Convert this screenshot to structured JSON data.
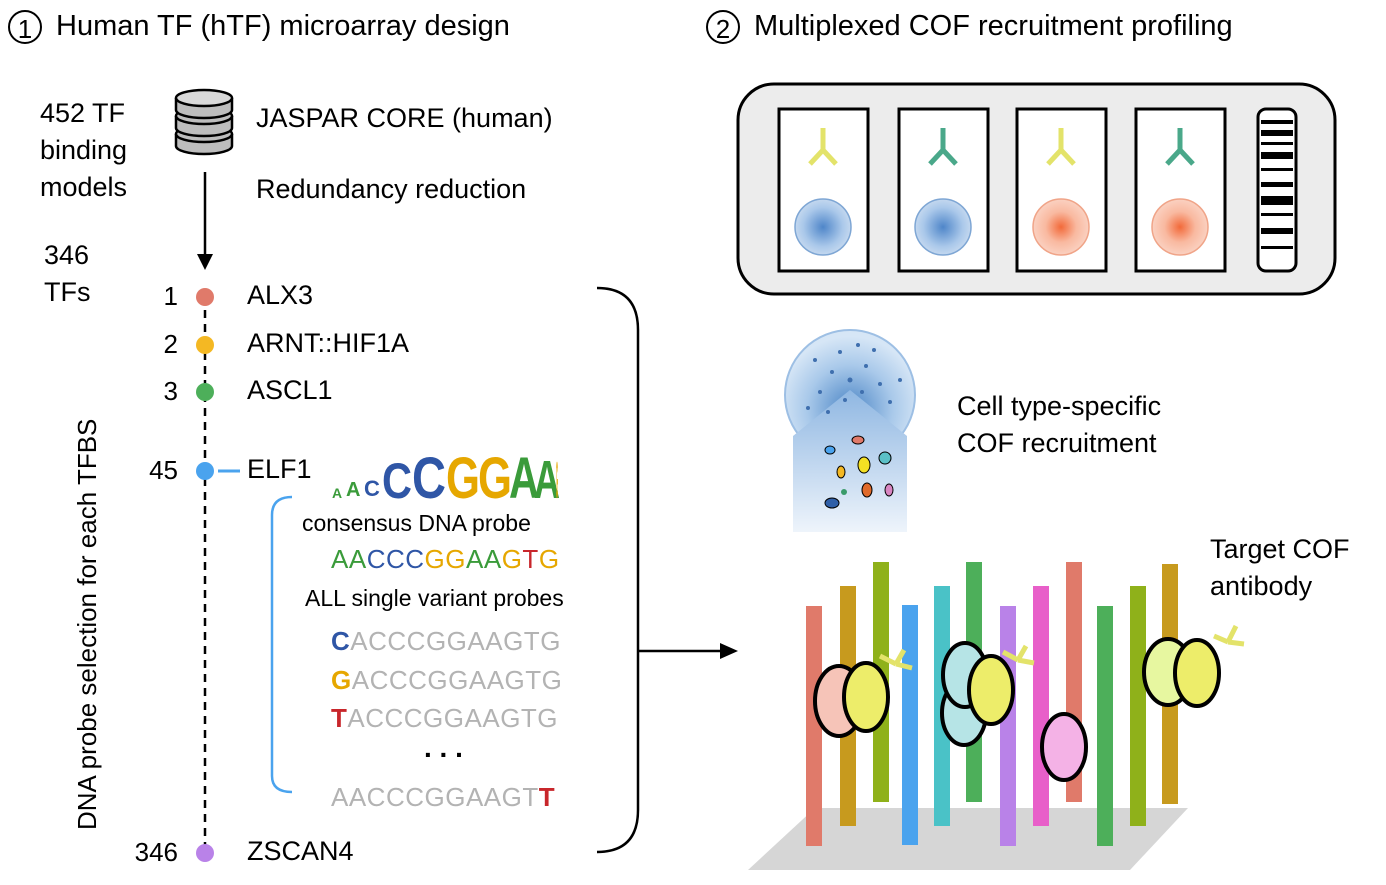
{
  "panel1": {
    "number": "1",
    "title": "Human TF (hTF) microarray design",
    "models_label": [
      "452 TF",
      "binding",
      "models"
    ],
    "database_label": "JASPAR CORE (human)",
    "step_label": "Redundancy reduction",
    "tf_count_label": [
      "346",
      "TFs"
    ],
    "vertical_label": "DNA probe selection for each TFBS",
    "tfs": [
      {
        "num": "1",
        "name": "ALX3",
        "color": "#e07a6a"
      },
      {
        "num": "2",
        "name": "ARNT::HIF1A",
        "color": "#f4b823"
      },
      {
        "num": "3",
        "name": "ASCL1",
        "color": "#4daf5a"
      },
      {
        "num": "45",
        "name": "ELF1",
        "color": "#4aa3ee"
      },
      {
        "num": "346",
        "name": "ZSCAN4",
        "color": "#b982e8"
      }
    ],
    "consensus_label": "consensus DNA probe",
    "consensus_seq": "AACCCGGAAGTG",
    "variants_label": "ALL single variant probes",
    "variants": [
      {
        "first": "C",
        "rest": "ACCCGGAAGTG"
      },
      {
        "first": "G",
        "rest": "ACCCGGAAGTG"
      },
      {
        "first": "T",
        "rest": "ACCCGGAAGTG"
      }
    ],
    "ellipsis": ". . .",
    "last_variant": {
      "rest": "AACCCGGAAGT",
      "last": "T"
    }
  },
  "panel2": {
    "number": "2",
    "title": "Multiplexed COF recruitment profiling",
    "cell_label": [
      "Cell type-specific",
      "COF recruitment"
    ],
    "antibody_label": [
      "Target COF",
      "antibody"
    ]
  },
  "colors": {
    "yellow_antibody": "#e3e36a",
    "teal_antibody": "#4aa88a",
    "blue_cell": "#9cc0e6",
    "salmon_cell": "#f7b7a0"
  }
}
